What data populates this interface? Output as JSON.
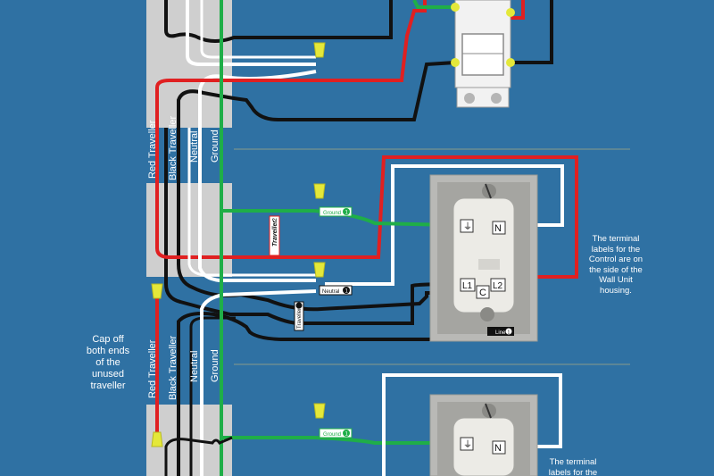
{
  "bus_labels": {
    "red_traveller": "Red Traveller",
    "black_traveller": "Black Traveller",
    "neutral": "Neutral",
    "ground": "Ground"
  },
  "tags": {
    "ground": "Ground",
    "neutral": "Neutral",
    "line": "Line",
    "traveller": "Traveller",
    "traveller_num": "2",
    "badge_1": "1"
  },
  "terminals": {
    "ground": "⏚",
    "n": "N",
    "l1": "L1",
    "c": "C",
    "l2": "L2"
  },
  "notes": {
    "terminal_labels": "The terminal labels for the Control are on the side of the Wall Unit housing.",
    "terminal_labels_partial": "The terminal labels for the",
    "cap_off": "Cap off both ends of the unused traveller"
  },
  "colors": {
    "background": "#2f71a3",
    "wire_red": "#e02021",
    "wire_black": "#111111",
    "wire_white": "#ffffff",
    "wire_green": "#1fae48",
    "wire_nut": "#e4e83a",
    "bus_gray": "#cfcfcf"
  }
}
